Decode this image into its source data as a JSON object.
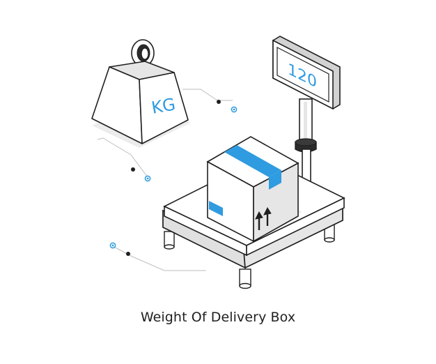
{
  "illustration": {
    "weight_label": "KG",
    "display_value": "120",
    "caption": "Weight Of Delivery Box"
  },
  "colors": {
    "accent": "#2f9be0",
    "outline": "#1f1f1f",
    "face_light": "#ffffff",
    "face_shade": "#e6e6e6",
    "face_dark": "#d2d2d2",
    "shadow": "#ececec",
    "connector": "#bdbdbd"
  },
  "icons": {
    "weight": "kettlebell-weight-icon",
    "scale": "platform-scale-icon",
    "box": "cardboard-box-icon",
    "arrows": "this-side-up-arrows-icon",
    "display": "digital-display-icon"
  }
}
